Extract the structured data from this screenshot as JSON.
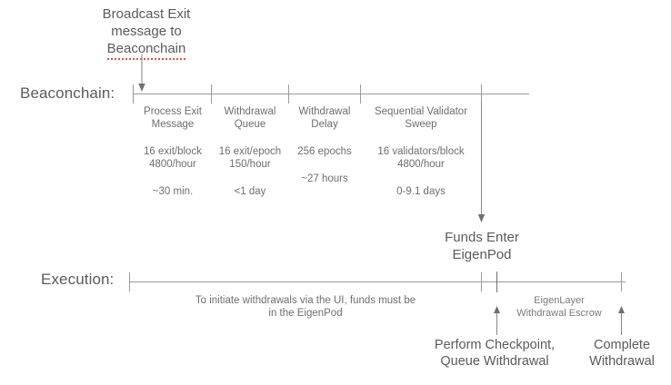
{
  "diagram": {
    "title_callout": {
      "line1": "Broadcast Exit",
      "line2": "message to",
      "line3": "Beaconchain"
    },
    "lanes": {
      "beaconchain_label": "Beaconchain:",
      "execution_label": "Execution:"
    },
    "beaconchain_phases": [
      {
        "title_line1": "Process Exit",
        "title_line2": "Message",
        "rate_line1": "16 exit/block",
        "rate_line2": "4800/hour",
        "duration": "~30 min."
      },
      {
        "title_line1": "Withdrawal",
        "title_line2": "Queue",
        "rate_line1": "16 exit/epoch",
        "rate_line2": "150/hour",
        "duration": "<1 day"
      },
      {
        "title_line1": "Withdrawal",
        "title_line2": "Delay",
        "rate_line1": "256 epochs",
        "rate_line2": "",
        "duration": "~27 hours"
      },
      {
        "title_line1": "Sequential Validator",
        "title_line2": "Sweep",
        "rate_line1": "16 validators/block",
        "rate_line2": "4800/hour",
        "duration": "0-9.1 days"
      }
    ],
    "funds_enter": {
      "line1": "Funds Enter",
      "line2": "EigenPod"
    },
    "execution_note": {
      "line1": "To initiate withdrawals via the UI, funds must be",
      "line2": "in the EigenPod"
    },
    "escrow_note": {
      "line1": "EigenLayer",
      "line2": "Withdrawal Escrow"
    },
    "checkpoint_callout": {
      "line1": "Perform Checkpoint,",
      "line2": "Queue Withdrawal"
    },
    "complete_callout": {
      "line1": "Complete",
      "line2": "Withdrawal"
    },
    "colors": {
      "line": "#9a9a9a",
      "line_dark": "#6f6f6f",
      "text": "#5a5a5a",
      "text_small": "#6e6e6e",
      "spellcheck_underline": "#e1503f",
      "background": "#ffffff"
    }
  }
}
